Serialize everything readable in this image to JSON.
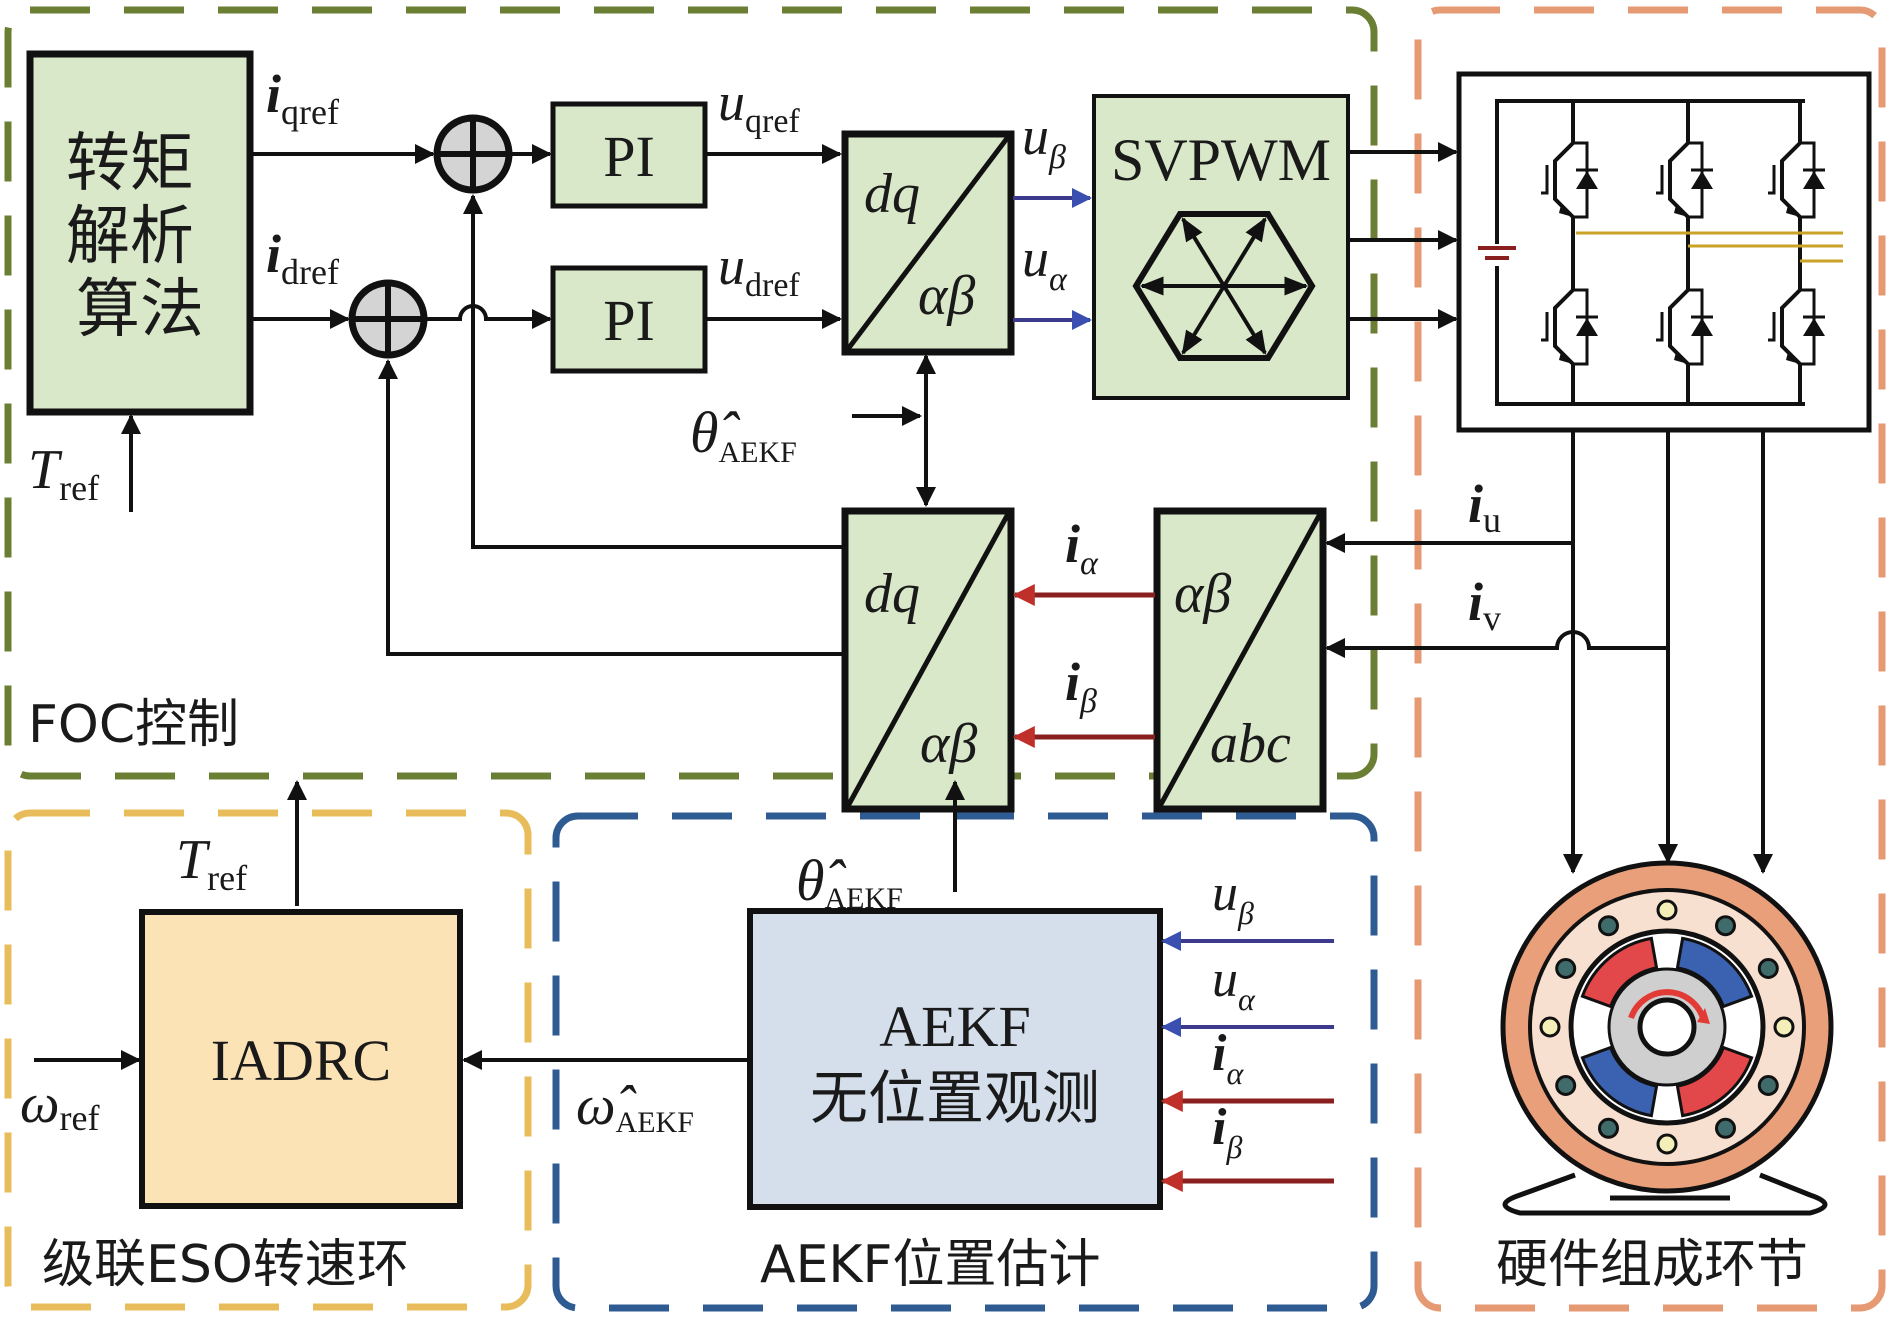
{
  "figure": {
    "type": "control block diagram",
    "colors": {
      "foc_region": "#6b7f34",
      "speed_region": "#e8bc5a",
      "aekf_region": "#2f5b93",
      "hardware_region": "#e59a73",
      "block_green": "#d9e8c9",
      "block_yellow": "#fbe3b6",
      "block_blue": "#d5dfec",
      "voltage_signal": "#3c3a8c",
      "current_signal": "#8a1f1f"
    }
  },
  "regions": {
    "foc": "FOC控制",
    "speed_loop": "级联ESO转速环",
    "aekf": "AEKF位置估计",
    "hardware": "硬件组成环节"
  },
  "blocks": {
    "torque_analysis": [
      "转矩",
      "解析",
      "算法"
    ],
    "pi_q": "PI",
    "pi_d": "PI",
    "park_inverse": {
      "top": "dq",
      "bottom": "αβ"
    },
    "svpwm": "SVPWM",
    "park": {
      "top": "dq",
      "bottom": "αβ"
    },
    "clarke": {
      "top": "αβ",
      "bottom": "abc"
    },
    "iadrc": "IADRC",
    "aekf": {
      "line1": "AEKF",
      "line2": "无位置观测"
    }
  },
  "signals": {
    "iqref": {
      "main": "i",
      "sub": "qref"
    },
    "idref": {
      "main": "i",
      "sub": "dref"
    },
    "uqref": {
      "main": "u",
      "sub": "qref"
    },
    "udref": {
      "main": "u",
      "sub": "dref"
    },
    "u_beta": {
      "main": "u",
      "sub": "β"
    },
    "u_alpha": {
      "main": "u",
      "sub": "α"
    },
    "theta_foc": {
      "main": "θ̂",
      "sub": "AEKF"
    },
    "i_alpha": {
      "main": "i",
      "sub": "α"
    },
    "i_beta": {
      "main": "i",
      "sub": "β"
    },
    "i_u": {
      "main": "i",
      "sub": "u"
    },
    "i_v": {
      "main": "i",
      "sub": "v"
    },
    "tref_foc": {
      "main": "T",
      "sub": "ref"
    },
    "tref_speed": {
      "main": "T",
      "sub": "ref"
    },
    "omega_ref": {
      "main": "ω",
      "sub": "ref"
    },
    "omega_hat": {
      "main": "ω̂",
      "sub": "AEKF"
    },
    "theta_aekf": {
      "main": "θ̂",
      "sub": "AEKF"
    },
    "aekf_in_u_beta": {
      "main": "u",
      "sub": "β"
    },
    "aekf_in_u_alpha": {
      "main": "u",
      "sub": "α"
    },
    "aekf_in_i_alpha": {
      "main": "i",
      "sub": "α"
    },
    "aekf_in_i_beta": {
      "main": "i",
      "sub": "β"
    }
  },
  "icons": {
    "summing_junction": "sum-junction-icon",
    "svpwm_hexagon": "space-vector-hexagon-icon",
    "inverter": "igbt-inverter-icon",
    "dc_source": "battery-icon",
    "motor": "pmsm-motor-icon"
  }
}
